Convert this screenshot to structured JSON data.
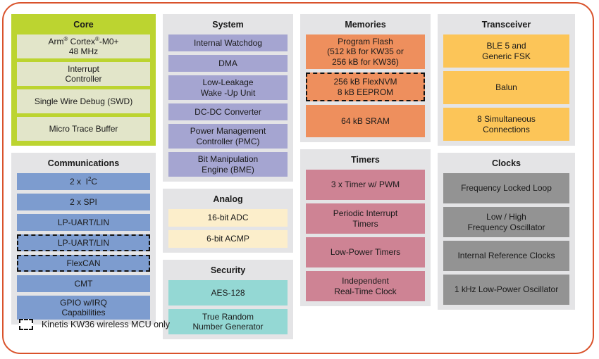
{
  "colors": {
    "frame_border": "#D9522B",
    "panel_bg": "#E4E4E6",
    "core_bg": "#BCD430",
    "core_block": "#E2E5C9",
    "system_block": "#A5A5D1",
    "analog_block": "#FCEECB",
    "security_block": "#94D8D4",
    "communications_block": "#7D9CCF",
    "memories_block": "#EE8F5D",
    "timers_block": "#CE8394",
    "transceiver_block": "#FCC558",
    "clocks_block": "#939393",
    "dashed_outline": "#111111"
  },
  "panels": {
    "core": {
      "title": "Core",
      "blocks": [
        {
          "line1": "Arm® Cortex®-M0+",
          "line2": "48 MHz",
          "dashed": false
        },
        {
          "line1": "Interrupt",
          "line2": "Controller",
          "dashed": false
        },
        {
          "line1": "Single Wire Debug (SWD)",
          "line2": "",
          "dashed": false
        },
        {
          "line1": "Micro Trace Buffer",
          "line2": "",
          "dashed": false
        }
      ]
    },
    "communications": {
      "title": "Communications",
      "blocks": [
        {
          "line1": "2 x  I²C",
          "line2": "",
          "dashed": false
        },
        {
          "line1": "2 x  SPI",
          "line2": "",
          "dashed": false
        },
        {
          "line1": "LP-UART/LIN",
          "line2": "",
          "dashed": false
        },
        {
          "line1": "LP-UART/LIN",
          "line2": "",
          "dashed": true
        },
        {
          "line1": "FlexCAN",
          "line2": "",
          "dashed": true
        },
        {
          "line1": "CMT",
          "line2": "",
          "dashed": false
        },
        {
          "line1": "GPIO w/IRQ",
          "line2": "Capabilities",
          "dashed": false
        }
      ]
    },
    "system": {
      "title": "System",
      "blocks": [
        {
          "line1": "Internal Watchdog",
          "line2": "",
          "dashed": false
        },
        {
          "line1": "DMA",
          "line2": "",
          "dashed": false
        },
        {
          "line1": "Low-Leakage",
          "line2": "Wake -Up Unit",
          "dashed": false
        },
        {
          "line1": "DC-DC Converter",
          "line2": "",
          "dashed": false
        },
        {
          "line1": "Power Management",
          "line2": "Controller (PMC)",
          "dashed": false
        },
        {
          "line1": "Bit Manipulation",
          "line2": "Engine (BME)",
          "dashed": false
        }
      ]
    },
    "analog": {
      "title": "Analog",
      "blocks": [
        {
          "line1": "16-bit ADC",
          "line2": "",
          "dashed": false
        },
        {
          "line1": "6-bit ACMP",
          "line2": "",
          "dashed": false
        }
      ]
    },
    "security": {
      "title": "Security",
      "blocks": [
        {
          "line1": "AES-128",
          "line2": "",
          "dashed": false
        },
        {
          "line1": "True Random",
          "line2": "Number Generator",
          "dashed": false
        }
      ]
    },
    "memories": {
      "title": "Memories",
      "blocks": [
        {
          "line1": "Program Flash",
          "line2": "(512 kB for KW35 or",
          "line3": "256 kB for KW36)",
          "dashed": false
        },
        {
          "line1": "256 kB FlexNVM",
          "line2": "8 kB EEPROM",
          "dashed": true
        },
        {
          "line1": "64 kB SRAM",
          "line2": "",
          "dashed": false
        }
      ]
    },
    "timers": {
      "title": "Timers",
      "blocks": [
        {
          "line1": "3 x Timer w/ PWM",
          "line2": "",
          "dashed": false
        },
        {
          "line1": "Periodic Interrupt",
          "line2": "Timers",
          "dashed": false
        },
        {
          "line1": "Low-Power Timers",
          "line2": "",
          "dashed": false
        },
        {
          "line1": "Independent",
          "line2": "Real-Time Clock",
          "dashed": false
        }
      ]
    },
    "transceiver": {
      "title": "Transceiver",
      "blocks": [
        {
          "line1": "BLE 5 and",
          "line2": "Generic FSK",
          "dashed": false
        },
        {
          "line1": "Balun",
          "line2": "",
          "dashed": false
        },
        {
          "line1": "8 Simultaneous",
          "line2": "Connections",
          "dashed": false
        }
      ]
    },
    "clocks": {
      "title": "Clocks",
      "blocks": [
        {
          "line1": "Frequency Locked Loop",
          "line2": "",
          "dashed": false
        },
        {
          "line1": "Low / High",
          "line2": "Frequency Oscillator",
          "dashed": false
        },
        {
          "line1": "Internal Reference Clocks",
          "line2": "",
          "dashed": false
        },
        {
          "line1": "1 kHz Low-Power Oscillator",
          "line2": "",
          "dashed": false
        }
      ]
    }
  },
  "legend": {
    "swatch_name": "dashed-box-swatch",
    "label": "Kinetis KW36 wireless MCU only"
  }
}
